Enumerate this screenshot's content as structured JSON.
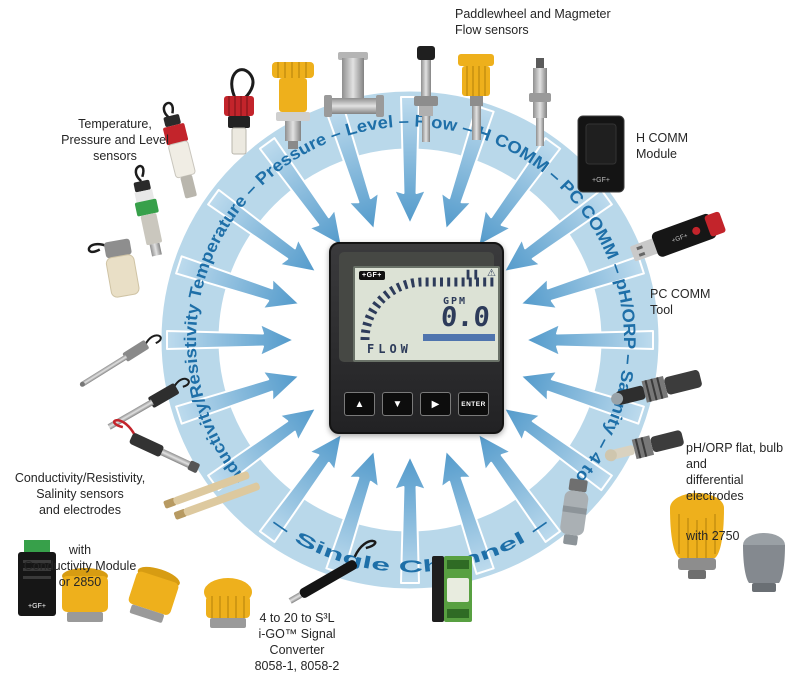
{
  "brand": "+GF+",
  "ring": {
    "main_text": "Conductivity/Resistivity Temperature – Pressure – Level – Flow – H COMM – PC COMM – pH/ORP – Salinity – 4 to 20",
    "bottom_text": "– Single Channel –"
  },
  "device": {
    "unit": "GPM",
    "value": "0.0",
    "mode": "FLOW",
    "status_icons": "▌▌",
    "warning_icon": "⚠",
    "buttons": [
      "▲",
      "▼",
      "▶",
      "ENTER"
    ]
  },
  "labels": {
    "flow_sensors": "Paddlewheel and Magmeter\nFlow sensors",
    "temp_sensors": "Temperature,\nPressure and Level\nsensors",
    "hcomm_module": "H COMM\nModule",
    "pccomm_tool": "PC COMM\nTool",
    "ph_electrodes": "pH/ORP flat, bulb and\ndifferential electrodes",
    "ph_electrodes_note": "with 2750",
    "conductivity_sensors": "Conductivity/Resistivity,\nSalinity sensors\nand electrodes",
    "conductivity_note": "with\nConductivity Module\nor 2850",
    "signal_converter": "4 to 20 to S³L\ni-GO™ Signal\nConverter\n8058-1, 8058-2"
  },
  "colors": {
    "ring_band": "#b9d8ea",
    "ring_text": "#1e6fa8",
    "arrow_light": "#bfdcee",
    "arrow_dark": "#4f98ca",
    "sensor_yellow": "#eeb01c",
    "sensor_red": "#c3242b",
    "sensor_green": "#37a04a",
    "lcd_background": "#dce2d5",
    "lcd_text": "#2d3b5a",
    "lcd_bar_blue": "#4f74ae"
  }
}
